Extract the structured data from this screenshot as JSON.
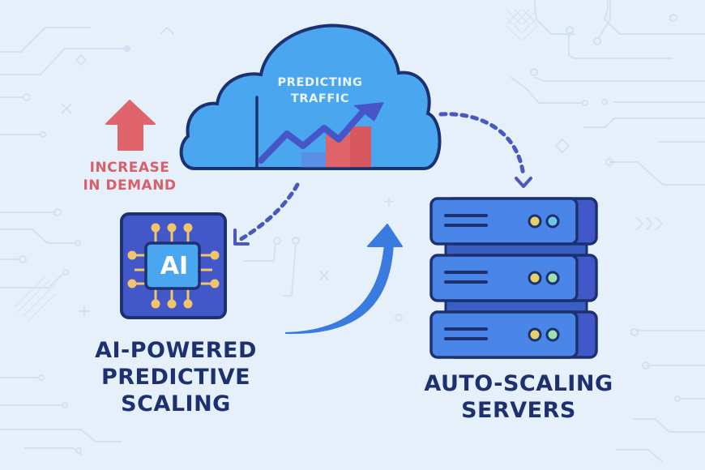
{
  "diagram": {
    "title_cloud": "PREDICTING\nTRAFFIC",
    "title_cloud_lines": [
      "PREDICTING",
      "TRAFFIC"
    ],
    "demand_label_lines": [
      "INCREASE",
      "IN DEMAND"
    ],
    "ai_label_lines": [
      "AI-POWERED",
      "PREDICTIVE",
      "SCALING"
    ],
    "ai_chip_text": "AI",
    "servers_label_lines": [
      "AUTO-SCALING",
      "SERVERS"
    ],
    "server_count": 3,
    "icons": {
      "cloud": "cloud-icon",
      "trend_arrow": "trend-up-arrow-icon",
      "demand_arrow": "arrow-up-icon",
      "ai_chip": "ai-chip-icon",
      "servers": "server-stack-icon",
      "curved_arrow": "curved-arrow-icon"
    },
    "colors": {
      "background": "#e6f0fb",
      "cloud_fill": "#4aa6ef",
      "outline": "#1d3170",
      "trend_line": "#4656c8",
      "bar_blue": "#5a8fe6",
      "bar_red": "#e0626a",
      "demand_red": "#e0646c",
      "chip_outer": "#4258c8",
      "chip_inner": "#4aa6ef",
      "chip_pins": "#f2c56a",
      "server_fill": "#4a86e8",
      "server_side": "#4058c8",
      "led_yellow": "#e6d266",
      "led_cyan": "#6cc6e8",
      "led_green": "#9ee0b0",
      "curved_arrow": "#3a7be0",
      "dashed_arrow": "#4a58c0",
      "circuit_lines": "#cfe0f4"
    }
  }
}
